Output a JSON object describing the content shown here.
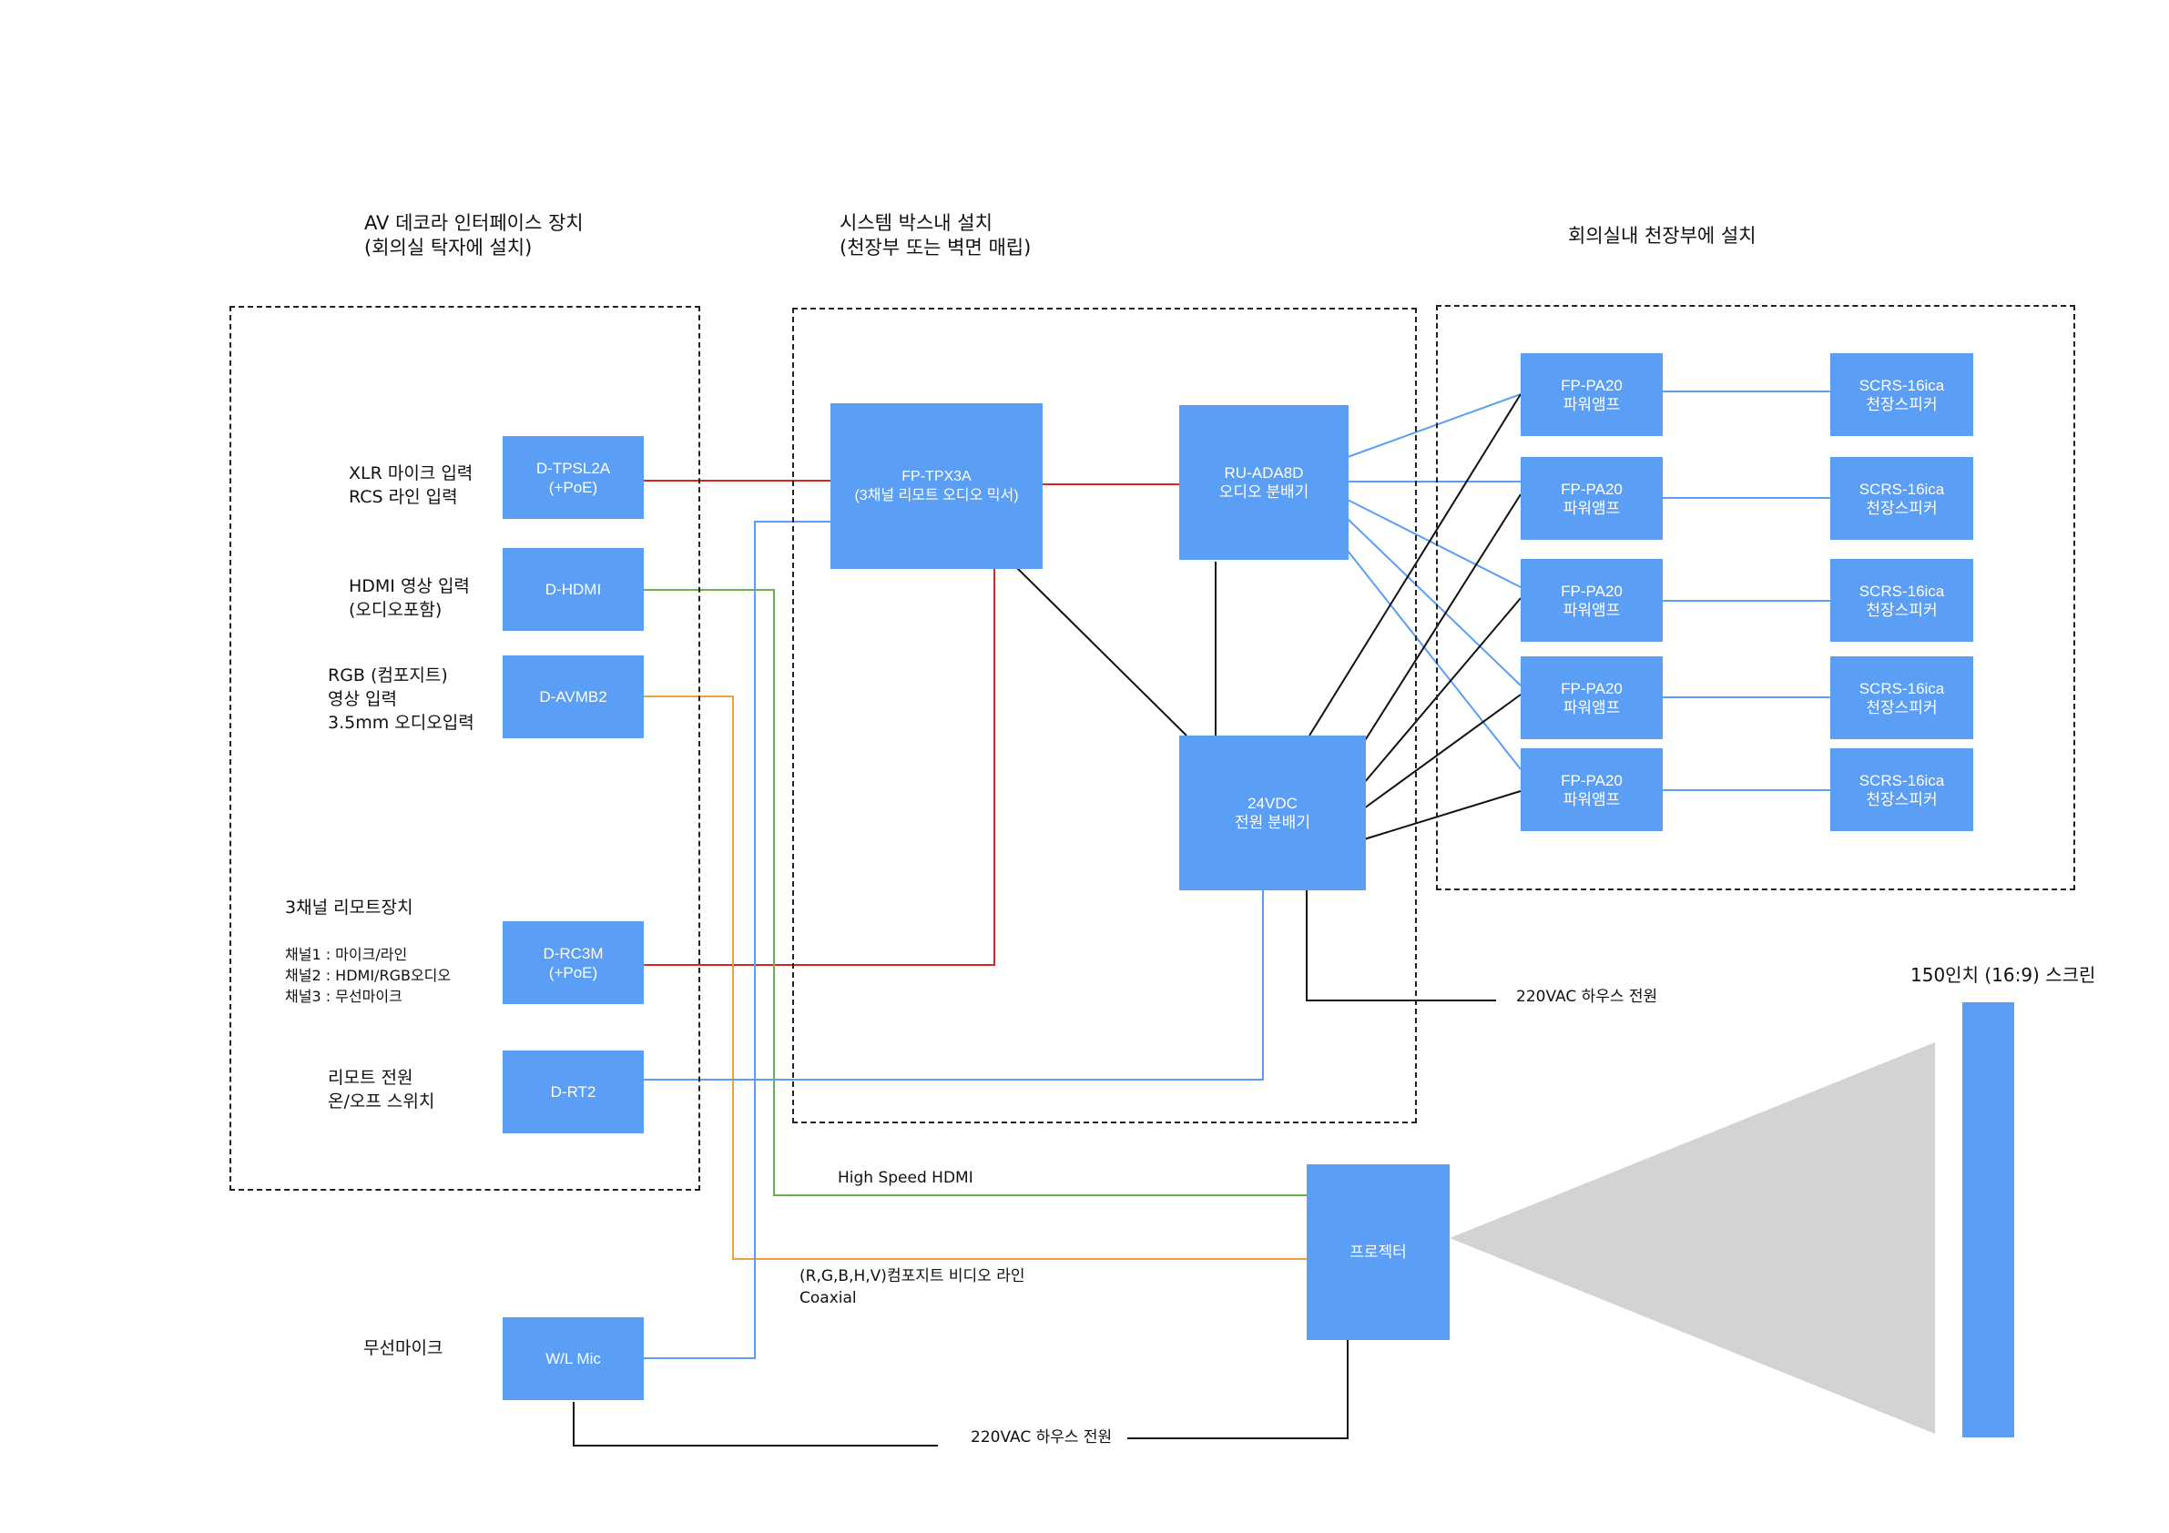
{
  "sections": {
    "av_interface": "AV 데코라 인터페이스 장치\n(회의실 탁자에 설치)",
    "system_box": "시스템 박스내 설치\n(천장부 또는 벽면 매립)",
    "ceiling": "회의실내 천장부에 설치"
  },
  "inputs": {
    "xlr": "XLR 마이크 입력\nRCS 라인 입력",
    "hdmi": "HDMI 영상 입력\n(오디오포함)",
    "rgb": "RGB (컴포지트)\n영상 입력\n3.5mm 오디오입력",
    "remote_title": "3채널 리모트장치",
    "remote_channels": "채널1 : 마이크/라인\n채널2 : HDMI/RGB오디오\n채널3 : 무선마이크",
    "power_switch": "리모트 전원\n온/오프 스위치",
    "wireless": "무선마이크"
  },
  "devices": {
    "tpsl2a": "D-TPSL2A\n(+PoE)",
    "hdmi": "D-HDMI",
    "avmb2": "D-AVMB2",
    "rc3m": "D-RC3M\n(+PoE)",
    "rt2": "D-RT2",
    "wlmic": "W/L Mic",
    "tpx3a": "FP-TPX3A\n(3채널 리모트 오디오 믹서)",
    "ada8d": "RU-ADA8D\n오디오 분배기",
    "psu": "24VDC\n전원 분배기",
    "projector": "프로젝터",
    "amps": [
      "FP-PA20\n파워앰프",
      "FP-PA20\n파워앰프",
      "FP-PA20\n파워앰프",
      "FP-PA20\n파워앰프",
      "FP-PA20\n파워앰프"
    ],
    "speakers": [
      "SCRS-16ica\n천장스피커",
      "SCRS-16ica\n천장스피커",
      "SCRS-16ica\n천장스피커",
      "SCRS-16ica\n천장스피커",
      "SCRS-16ica\n천장스피커"
    ]
  },
  "links": {
    "hdmi_cable": "High Speed HDMI",
    "composite_cable": "(R,G,B,H,V)컴포지트 비디오 라인\nCoaxial",
    "house_power_1": "220VAC 하우스 전원",
    "house_power_2": "220VAC 하우스 전원"
  },
  "screen": {
    "label": "150인치 (16:9) 스크린"
  },
  "colors": {
    "block": "#5b9ef5",
    "audio_line": "#d7261e",
    "hdmi_line": "#6ab04c",
    "composite_line": "#f0a040",
    "control_line": "#5b9ef5",
    "power_line": "#111111",
    "beam": "#d3d3d3"
  }
}
